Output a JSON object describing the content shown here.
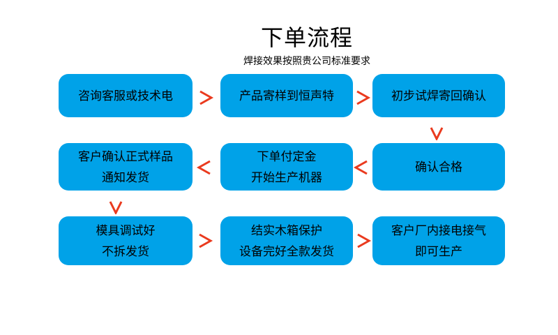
{
  "header": {
    "title": "下单流程",
    "subtitle": "焊接效果按照贵公司标准要求"
  },
  "colors": {
    "background": "#ffffff",
    "box_fill": "#00a2e8",
    "box_text": "#000000",
    "arrow_red": "#ea3a1e",
    "title_text": "#000000"
  },
  "flow": {
    "steps": [
      {
        "lines": [
          "咨询客服或技术电"
        ]
      },
      {
        "lines": [
          "产品寄样到恒声特"
        ]
      },
      {
        "lines": [
          "初步试焊寄回确认"
        ]
      },
      {
        "lines": [
          "客户确认正式样品",
          "通知发货"
        ]
      },
      {
        "lines": [
          "下单付定金",
          "开始生产机器"
        ]
      },
      {
        "lines": [
          "确认合格"
        ]
      },
      {
        "lines": [
          "模具调试好",
          "不拆发货"
        ]
      },
      {
        "lines": [
          "结实木箱保护",
          "设备完好全款发货"
        ]
      },
      {
        "lines": [
          "客户厂内接电接气",
          "即可生产"
        ]
      }
    ],
    "connectors": [
      {
        "from": "咨询客服或技术电",
        "to": "产品寄样到恒声特",
        "direction": "right"
      },
      {
        "from": "产品寄样到恒声特",
        "to": "初步试焊寄回确认",
        "direction": "right"
      },
      {
        "from": "初步试焊寄回确认",
        "to": "确认合格",
        "direction": "down"
      },
      {
        "from": "确认合格",
        "to": "下单付定金 开始生产机器",
        "direction": "left"
      },
      {
        "from": "下单付定金 开始生产机器",
        "to": "客户确认正式样品 通知发货",
        "direction": "left"
      },
      {
        "from": "客户确认正式样品 通知发货",
        "to": "模具调试好 不拆发货",
        "direction": "down"
      },
      {
        "from": "模具调试好 不拆发货",
        "to": "结实木箱保护 设备完好全款发货",
        "direction": "right"
      },
      {
        "from": "结实木箱保护 设备完好全款发货",
        "to": "客户厂内接电接气 即可生产",
        "direction": "right"
      }
    ]
  }
}
